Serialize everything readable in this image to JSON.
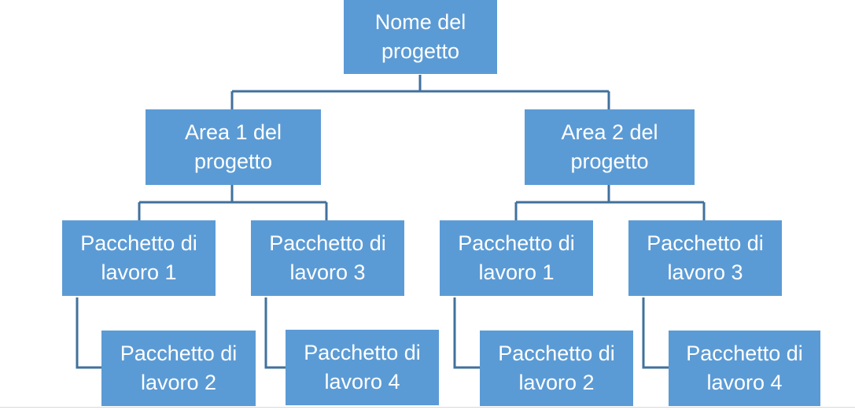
{
  "colors": {
    "box_fill": "#5b9bd5",
    "box_text": "#ffffff",
    "connector": "#41719c"
  },
  "root": {
    "line1": "Nome del",
    "line2": "progetto"
  },
  "areas": [
    {
      "line1": "Area 1 del",
      "line2": "progetto",
      "packages": [
        {
          "line1": "Pacchetto di",
          "line2": "lavoro 1"
        },
        {
          "line1": "Pacchetto di",
          "line2": "lavoro 2"
        },
        {
          "line1": "Pacchetto di",
          "line2": "lavoro 3"
        },
        {
          "line1": "Pacchetto di",
          "line2": "lavoro 4"
        }
      ]
    },
    {
      "line1": "Area 2 del",
      "line2": "progetto",
      "packages": [
        {
          "line1": "Pacchetto di",
          "line2": "lavoro 1"
        },
        {
          "line1": "Pacchetto di",
          "line2": "lavoro 2"
        },
        {
          "line1": "Pacchetto di",
          "line2": "lavoro 3"
        },
        {
          "line1": "Pacchetto di",
          "line2": "lavoro 4"
        }
      ]
    }
  ]
}
